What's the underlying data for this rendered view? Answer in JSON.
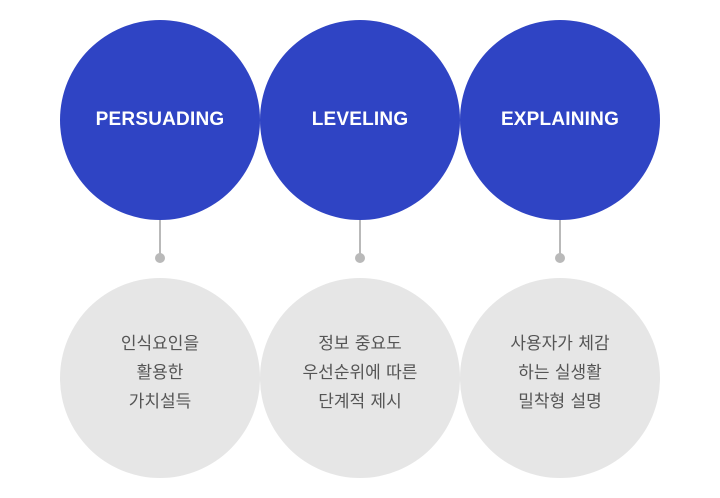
{
  "colors": {
    "primary_circle": "#2f44c4",
    "secondary_circle": "#e6e6e6",
    "connector": "#b9b9b9",
    "secondary_text": "#555555"
  },
  "items": [
    {
      "title": "PERSUADING",
      "lines": [
        "인식요인을",
        "활용한",
        "가치설득"
      ]
    },
    {
      "title": "LEVELING",
      "lines": [
        "정보 중요도",
        "우선순위에 따른",
        "단계적 제시"
      ]
    },
    {
      "title": "EXPLAINING",
      "lines": [
        "사용자가 체감",
        "하는 실생활",
        "밀착형 설명"
      ]
    }
  ]
}
